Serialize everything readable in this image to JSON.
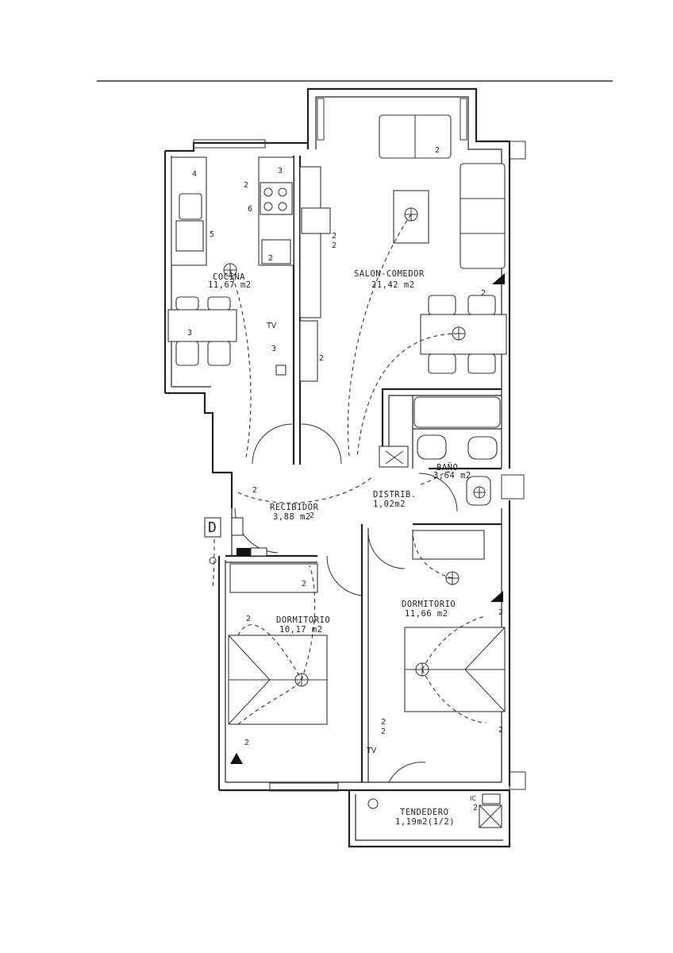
{
  "rooms": [
    {
      "name": "COCINA",
      "area": "11,67 m2"
    },
    {
      "name": "SALON-COMEDOR",
      "area": "21,42 m2"
    },
    {
      "name": "BAÑO",
      "area": "3,64 m2"
    },
    {
      "name": "RECIBIDOR",
      "area": "3,88 m2"
    },
    {
      "name": "DISTRIB.",
      "area": "1,02m2"
    },
    {
      "name": "DORMITORIO",
      "area": "10,17 m2"
    },
    {
      "name": "DORMITORIO",
      "area": "11,66 m2"
    },
    {
      "name": "TENDEDERO",
      "area": "1,19m2(1/2)"
    }
  ],
  "appliances": {
    "k4": "4",
    "k2": "2",
    "k3": "3",
    "k6": "6",
    "k5": "5",
    "k3b": "3"
  },
  "outlets": {
    "s1": "2",
    "s2": "2",
    "s3": "2",
    "s4": "2",
    "s5": "2",
    "s6": "3",
    "s7": "2",
    "r1": "2",
    "r2": "2",
    "d1": "2",
    "d2": "2",
    "d3": "2",
    "e1": "2",
    "e2": "2",
    "e3": "2",
    "e4": "2",
    "t1": "2"
  },
  "symbols": {
    "doorbell": "D",
    "tv1": "TV",
    "tv2": "TV",
    "ic": "IC"
  }
}
